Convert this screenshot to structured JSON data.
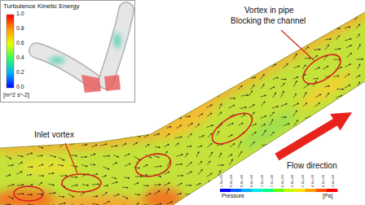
{
  "diagram": {
    "labels": [
      "Turbulence Kinetic Energy",
      "1.0",
      "0.8",
      "0.6",
      "0.4",
      "0.2",
      "0.0",
      "[m^2 s^-2]",
      "Vortex in pipe",
      "Blocking the channel",
      "Inlet vortex",
      "Flow direction",
      "-1.0e+05",
      "-9.4e+04",
      "-8.8e+04",
      "-8.2e+04",
      "-7.6e+04",
      "-7.0e+04",
      "-6.4e+04",
      "-5.8e+04",
      "-5.2e+04",
      "-4.6e+04",
      "-4.0e+04",
      "-3.4e+04",
      "Pressure",
      "[Pa]"
    ]
  }
}
